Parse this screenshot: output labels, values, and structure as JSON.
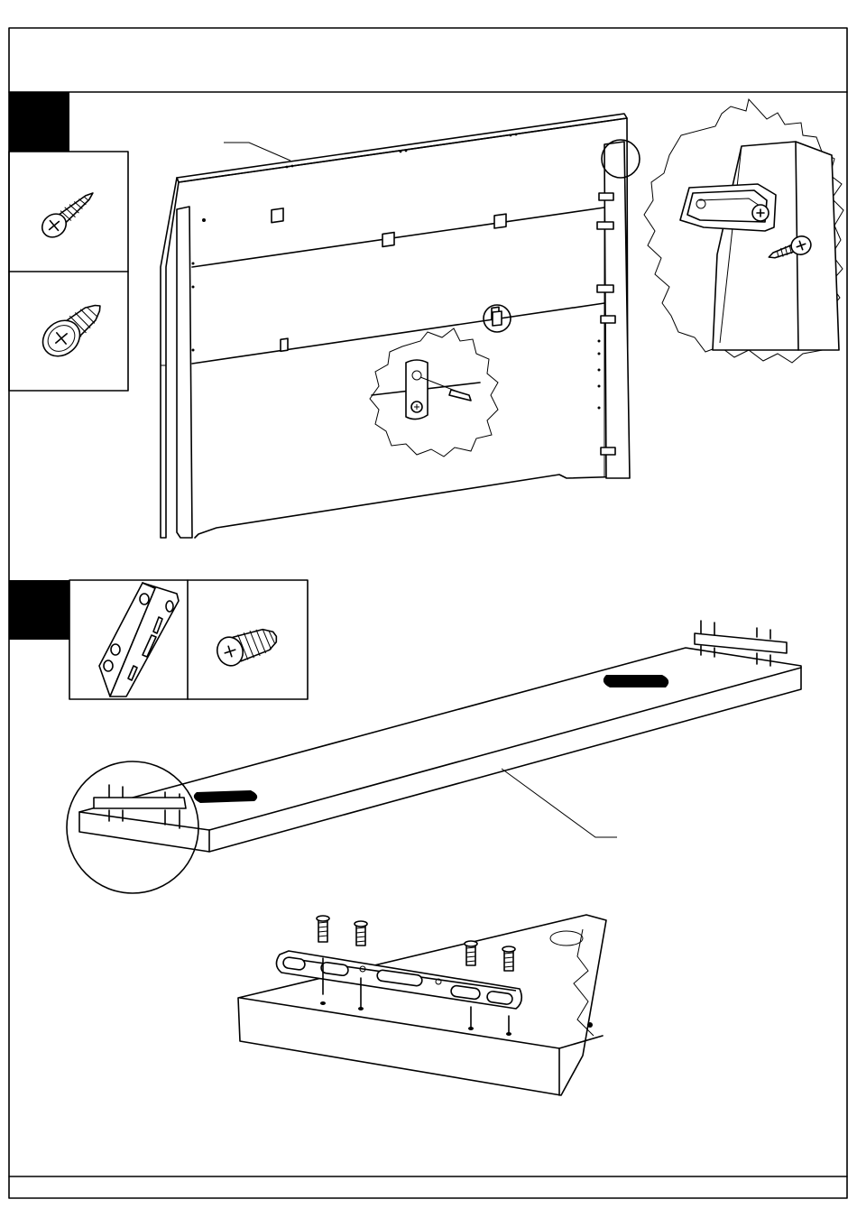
{
  "sheet": {
    "header_text": "",
    "footer_text": ""
  },
  "steps": [
    {
      "id": "step-1",
      "number_label": "",
      "hardware": [
        "wood-screw-icon",
        "flange-screw-icon"
      ],
      "assembly": "headboard",
      "detail_views": [
        "corner-block-detail",
        "panel-plate-detail"
      ]
    },
    {
      "id": "step-2",
      "number_label": "",
      "hardware": [
        "angle-bracket-icon",
        "short-screw-icon"
      ],
      "assembly": "side-rail",
      "detail_views": [
        "rail-end-circle-detail",
        "rail-end-enlarged-detail"
      ]
    }
  ],
  "colors": {
    "line": "#000000",
    "paper": "#ffffff",
    "step_box": "#000000"
  }
}
